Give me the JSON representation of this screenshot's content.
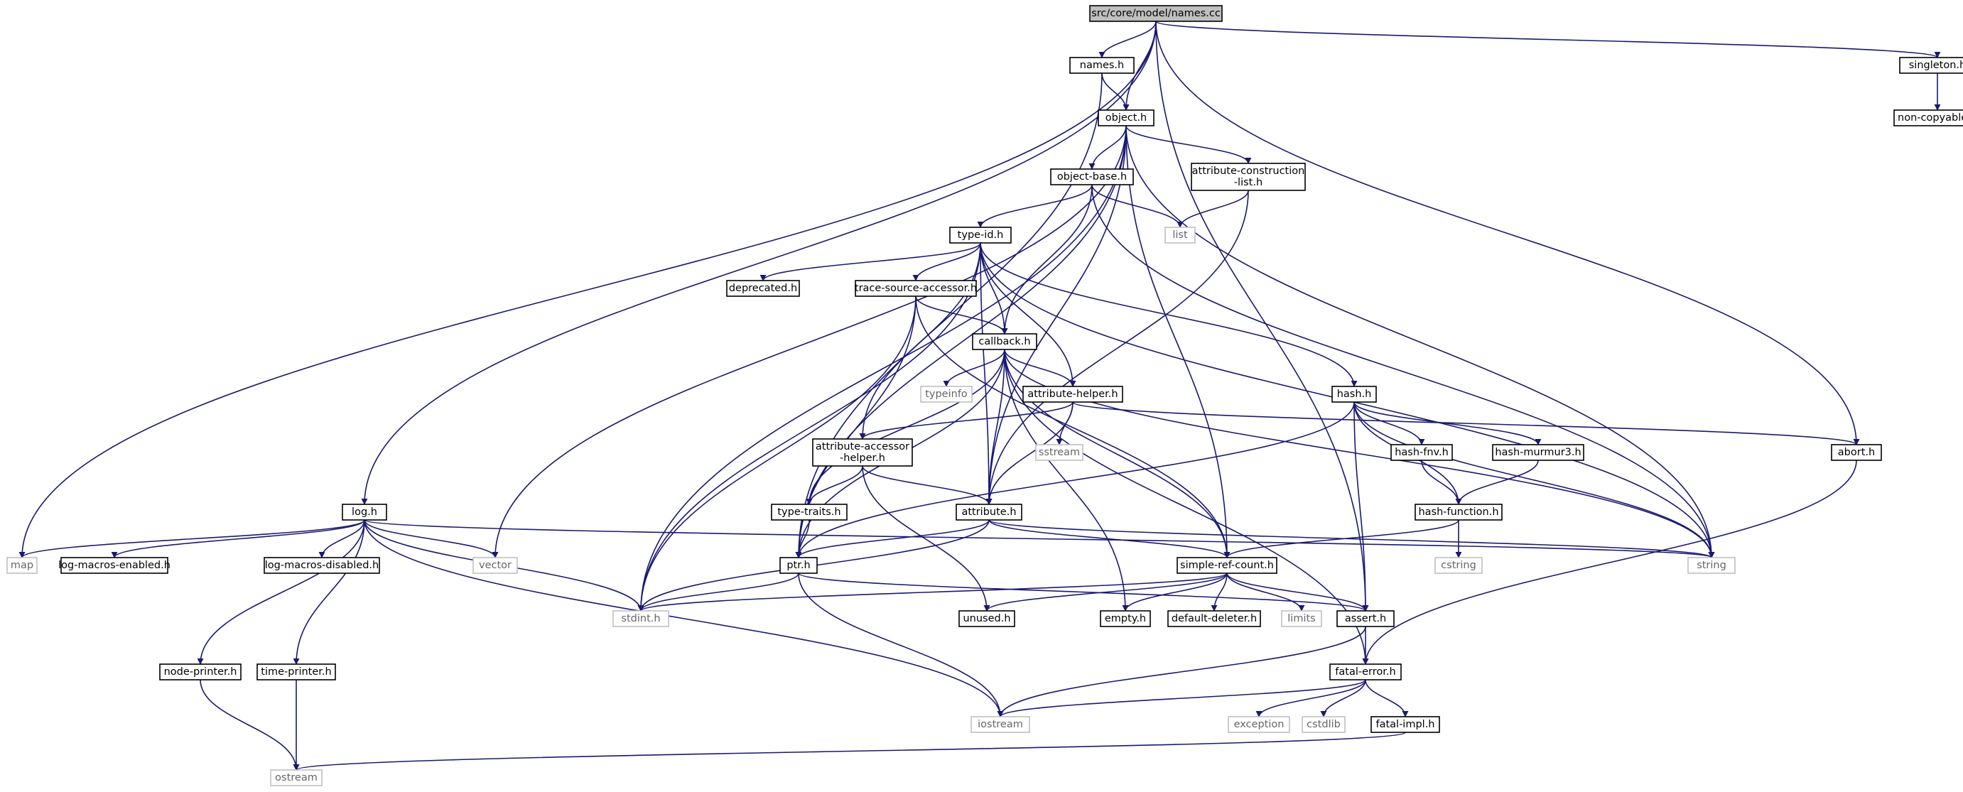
{
  "colors": {
    "edge": "#191970",
    "node_border": "#000000",
    "system_border": "#bfbfbf",
    "root_fill": "#bfbfbf",
    "system_text": "#666666"
  },
  "nodes": [
    {
      "id": "names_cc",
      "lines": [
        "src/core/model/names.cc"
      ],
      "kind": "root"
    },
    {
      "id": "names_h",
      "lines": [
        "names.h"
      ],
      "kind": "normal"
    },
    {
      "id": "singleton_h",
      "lines": [
        "singleton.h"
      ],
      "kind": "normal"
    },
    {
      "id": "non_copyable_h",
      "lines": [
        "non-copyable.h"
      ],
      "kind": "normal"
    },
    {
      "id": "object_h",
      "lines": [
        "object.h"
      ],
      "kind": "normal"
    },
    {
      "id": "object_base_h",
      "lines": [
        "object-base.h"
      ],
      "kind": "normal"
    },
    {
      "id": "attr_constr_list_h",
      "lines": [
        "attribute-construction",
        "-list.h"
      ],
      "kind": "normal"
    },
    {
      "id": "list",
      "lines": [
        "list"
      ],
      "kind": "system"
    },
    {
      "id": "type_id_h",
      "lines": [
        "type-id.h"
      ],
      "kind": "normal"
    },
    {
      "id": "deprecated_h",
      "lines": [
        "deprecated.h"
      ],
      "kind": "normal"
    },
    {
      "id": "trace_src_acc_h",
      "lines": [
        "trace-source-accessor.h"
      ],
      "kind": "normal"
    },
    {
      "id": "callback_h",
      "lines": [
        "callback.h"
      ],
      "kind": "normal"
    },
    {
      "id": "typeinfo",
      "lines": [
        "typeinfo"
      ],
      "kind": "system"
    },
    {
      "id": "attr_helper_h",
      "lines": [
        "attribute-helper.h"
      ],
      "kind": "normal"
    },
    {
      "id": "sstream",
      "lines": [
        "sstream"
      ],
      "kind": "system"
    },
    {
      "id": "hash_h",
      "lines": [
        "hash.h"
      ],
      "kind": "normal"
    },
    {
      "id": "hash_fnv_h",
      "lines": [
        "hash-fnv.h"
      ],
      "kind": "normal"
    },
    {
      "id": "hash_murmur3_h",
      "lines": [
        "hash-murmur3.h"
      ],
      "kind": "normal"
    },
    {
      "id": "hash_function_h",
      "lines": [
        "hash-function.h"
      ],
      "kind": "normal"
    },
    {
      "id": "cstring",
      "lines": [
        "cstring"
      ],
      "kind": "system"
    },
    {
      "id": "abort_h",
      "lines": [
        "abort.h"
      ],
      "kind": "normal"
    },
    {
      "id": "attr_acc_helper_h",
      "lines": [
        "attribute-accessor",
        "-helper.h"
      ],
      "kind": "normal"
    },
    {
      "id": "type_traits_h",
      "lines": [
        "type-traits.h"
      ],
      "kind": "normal"
    },
    {
      "id": "attribute_h",
      "lines": [
        "attribute.h"
      ],
      "kind": "normal"
    },
    {
      "id": "log_h",
      "lines": [
        "log.h"
      ],
      "kind": "normal"
    },
    {
      "id": "map",
      "lines": [
        "map"
      ],
      "kind": "system"
    },
    {
      "id": "log_macros_enabled_h",
      "lines": [
        "log-macros-enabled.h"
      ],
      "kind": "normal"
    },
    {
      "id": "log_macros_disabled_h",
      "lines": [
        "log-macros-disabled.h"
      ],
      "kind": "normal"
    },
    {
      "id": "vector",
      "lines": [
        "vector"
      ],
      "kind": "system"
    },
    {
      "id": "ptr_h",
      "lines": [
        "ptr.h"
      ],
      "kind": "normal"
    },
    {
      "id": "simple_ref_count_h",
      "lines": [
        "simple-ref-count.h"
      ],
      "kind": "normal"
    },
    {
      "id": "string",
      "lines": [
        "string"
      ],
      "kind": "system"
    },
    {
      "id": "stdint_h",
      "lines": [
        "stdint.h"
      ],
      "kind": "system"
    },
    {
      "id": "unused_h",
      "lines": [
        "unused.h"
      ],
      "kind": "normal"
    },
    {
      "id": "empty_h",
      "lines": [
        "empty.h"
      ],
      "kind": "normal"
    },
    {
      "id": "default_deleter_h",
      "lines": [
        "default-deleter.h"
      ],
      "kind": "normal"
    },
    {
      "id": "limits",
      "lines": [
        "limits"
      ],
      "kind": "system"
    },
    {
      "id": "assert_h",
      "lines": [
        "assert.h"
      ],
      "kind": "normal"
    },
    {
      "id": "node_printer_h",
      "lines": [
        "node-printer.h"
      ],
      "kind": "normal"
    },
    {
      "id": "time_printer_h",
      "lines": [
        "time-printer.h"
      ],
      "kind": "normal"
    },
    {
      "id": "fatal_error_h",
      "lines": [
        "fatal-error.h"
      ],
      "kind": "normal"
    },
    {
      "id": "iostream",
      "lines": [
        "iostream"
      ],
      "kind": "system"
    },
    {
      "id": "exception",
      "lines": [
        "exception"
      ],
      "kind": "system"
    },
    {
      "id": "cstdlib",
      "lines": [
        "cstdlib"
      ],
      "kind": "system"
    },
    {
      "id": "fatal_impl_h",
      "lines": [
        "fatal-impl.h"
      ],
      "kind": "normal"
    },
    {
      "id": "ostream",
      "lines": [
        "ostream"
      ],
      "kind": "system"
    }
  ],
  "edges": [
    [
      "names_cc",
      "names_h"
    ],
    [
      "names_cc",
      "object_h"
    ],
    [
      "names_cc",
      "singleton_h"
    ],
    [
      "names_cc",
      "abort_h"
    ],
    [
      "names_cc",
      "assert_h"
    ],
    [
      "names_cc",
      "log_h"
    ],
    [
      "names_cc",
      "map"
    ],
    [
      "names_h",
      "object_h"
    ],
    [
      "names_h",
      "ptr_h"
    ],
    [
      "singleton_h",
      "non_copyable_h"
    ],
    [
      "object_h",
      "object_base_h"
    ],
    [
      "object_h",
      "attr_constr_list_h"
    ],
    [
      "object_h",
      "vector"
    ],
    [
      "object_h",
      "stdint_h"
    ],
    [
      "object_h",
      "ptr_h"
    ],
    [
      "object_h",
      "attribute_h"
    ],
    [
      "object_h",
      "simple_ref_count_h"
    ],
    [
      "object_h",
      "string"
    ],
    [
      "object_base_h",
      "type_id_h"
    ],
    [
      "object_base_h",
      "list"
    ],
    [
      "object_base_h",
      "callback_h"
    ],
    [
      "object_base_h",
      "string"
    ],
    [
      "attr_constr_list_h",
      "list"
    ],
    [
      "attr_constr_list_h",
      "attribute_h"
    ],
    [
      "type_id_h",
      "deprecated_h"
    ],
    [
      "type_id_h",
      "trace_src_acc_h"
    ],
    [
      "type_id_h",
      "callback_h"
    ],
    [
      "type_id_h",
      "attr_helper_h"
    ],
    [
      "type_id_h",
      "attribute_h"
    ],
    [
      "type_id_h",
      "attr_acc_helper_h"
    ],
    [
      "type_id_h",
      "hash_h"
    ],
    [
      "type_id_h",
      "string"
    ],
    [
      "type_id_h",
      "stdint_h"
    ],
    [
      "trace_src_acc_h",
      "callback_h"
    ],
    [
      "trace_src_acc_h",
      "ptr_h"
    ],
    [
      "trace_src_acc_h",
      "simple_ref_count_h"
    ],
    [
      "trace_src_acc_h",
      "stdint_h"
    ],
    [
      "callback_h",
      "typeinfo"
    ],
    [
      "callback_h",
      "attr_helper_h"
    ],
    [
      "callback_h",
      "attribute_h"
    ],
    [
      "callback_h",
      "ptr_h"
    ],
    [
      "callback_h",
      "type_traits_h"
    ],
    [
      "callback_h",
      "simple_ref_count_h"
    ],
    [
      "callback_h",
      "empty_h"
    ],
    [
      "callback_h",
      "string"
    ],
    [
      "callback_h",
      "fatal_error_h"
    ],
    [
      "attr_helper_h",
      "sstream"
    ],
    [
      "attr_helper_h",
      "attr_acc_helper_h"
    ],
    [
      "attr_helper_h",
      "attribute_h"
    ],
    [
      "attr_helper_h",
      "abort_h"
    ],
    [
      "hash_h",
      "hash_fnv_h"
    ],
    [
      "hash_h",
      "hash_murmur3_h"
    ],
    [
      "hash_h",
      "hash_function_h"
    ],
    [
      "hash_h",
      "assert_h"
    ],
    [
      "hash_h",
      "string"
    ],
    [
      "hash_h",
      "ptr_h"
    ],
    [
      "hash_fnv_h",
      "hash_function_h"
    ],
    [
      "hash_murmur3_h",
      "hash_function_h"
    ],
    [
      "hash_function_h",
      "cstring"
    ],
    [
      "hash_function_h",
      "simple_ref_count_h"
    ],
    [
      "abort_h",
      "fatal_error_h"
    ],
    [
      "attr_acc_helper_h",
      "type_traits_h"
    ],
    [
      "attr_acc_helper_h",
      "attribute_h"
    ],
    [
      "attr_acc_helper_h",
      "unused_h"
    ],
    [
      "type_traits_h",
      "ptr_h"
    ],
    [
      "attribute_h",
      "ptr_h"
    ],
    [
      "attribute_h",
      "simple_ref_count_h"
    ],
    [
      "attribute_h",
      "string"
    ],
    [
      "attribute_h",
      "stdint_h"
    ],
    [
      "log_h",
      "map"
    ],
    [
      "log_h",
      "log_macros_enabled_h"
    ],
    [
      "log_h",
      "log_macros_disabled_h"
    ],
    [
      "log_h",
      "vector"
    ],
    [
      "log_h",
      "string"
    ],
    [
      "log_h",
      "stdint_h"
    ],
    [
      "log_h",
      "node_printer_h"
    ],
    [
      "log_h",
      "time_printer_h"
    ],
    [
      "log_h",
      "iostream"
    ],
    [
      "ptr_h",
      "stdint_h"
    ],
    [
      "ptr_h",
      "assert_h"
    ],
    [
      "ptr_h",
      "iostream"
    ],
    [
      "simple_ref_count_h",
      "stdint_h"
    ],
    [
      "simple_ref_count_h",
      "unused_h"
    ],
    [
      "simple_ref_count_h",
      "empty_h"
    ],
    [
      "simple_ref_count_h",
      "default_deleter_h"
    ],
    [
      "simple_ref_count_h",
      "limits"
    ],
    [
      "simple_ref_count_h",
      "assert_h"
    ],
    [
      "assert_h",
      "fatal_error_h"
    ],
    [
      "assert_h",
      "iostream"
    ],
    [
      "node_printer_h",
      "ostream"
    ],
    [
      "time_printer_h",
      "ostream"
    ],
    [
      "fatal_error_h",
      "iostream"
    ],
    [
      "fatal_error_h",
      "exception"
    ],
    [
      "fatal_error_h",
      "cstdlib"
    ],
    [
      "fatal_error_h",
      "fatal_impl_h"
    ],
    [
      "fatal_impl_h",
      "ostream"
    ]
  ]
}
